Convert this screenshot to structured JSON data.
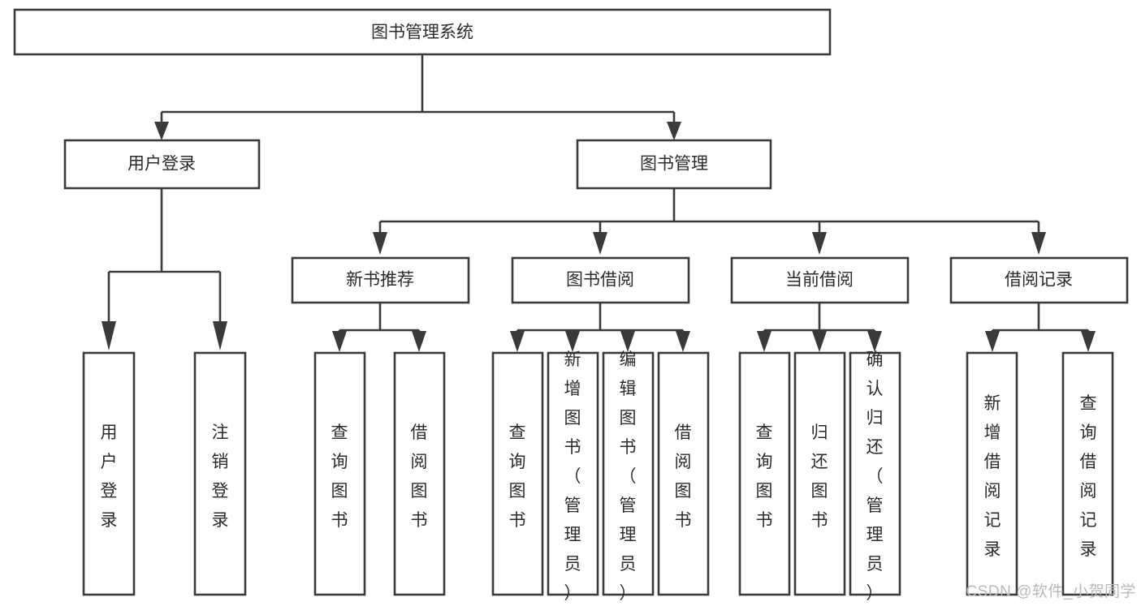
{
  "diagram": {
    "type": "hierarchy-tree",
    "title": "图书管理系统",
    "watermark": "CSDN @软件_小贺同学",
    "colors": {
      "background": "#ffffff",
      "stroke": "#3a3a3a",
      "text": "#2b2b2b",
      "watermark": "#b9b9b9"
    },
    "levels": [
      {
        "level": 1,
        "nodes": [
          {
            "id": "root",
            "label": "图书管理系统",
            "orientation": "horizontal"
          }
        ]
      },
      {
        "level": 2,
        "nodes": [
          {
            "id": "user-login",
            "label": "用户登录",
            "orientation": "horizontal",
            "parent": "root"
          },
          {
            "id": "book-manage",
            "label": "图书管理",
            "orientation": "horizontal",
            "parent": "root"
          }
        ]
      },
      {
        "level": 3,
        "nodes": [
          {
            "id": "new-book-rec",
            "label": "新书推荐",
            "orientation": "horizontal",
            "parent": "book-manage"
          },
          {
            "id": "book-borrow",
            "label": "图书借阅",
            "orientation": "horizontal",
            "parent": "book-manage"
          },
          {
            "id": "current-borrow",
            "label": "当前借阅",
            "orientation": "horizontal",
            "parent": "book-manage"
          },
          {
            "id": "borrow-record",
            "label": "借阅记录",
            "orientation": "horizontal",
            "parent": "book-manage"
          }
        ]
      },
      {
        "level": 4,
        "nodes": [
          {
            "id": "leaf-user-login",
            "label": "用户登录",
            "orientation": "vertical",
            "parent": "user-login"
          },
          {
            "id": "leaf-logout",
            "label": "注销登录",
            "orientation": "vertical",
            "parent": "user-login"
          },
          {
            "id": "leaf-query-book-1",
            "label": "查询图书",
            "orientation": "vertical",
            "parent": "new-book-rec"
          },
          {
            "id": "leaf-borrow-book-1",
            "label": "借阅图书",
            "orientation": "vertical",
            "parent": "new-book-rec"
          },
          {
            "id": "leaf-query-book-2",
            "label": "查询图书",
            "orientation": "vertical",
            "parent": "book-borrow"
          },
          {
            "id": "leaf-add-book",
            "label": "新增图书（管理员）",
            "orientation": "vertical",
            "parent": "book-borrow"
          },
          {
            "id": "leaf-edit-book",
            "label": "编辑图书（管理员）",
            "orientation": "vertical",
            "parent": "book-borrow"
          },
          {
            "id": "leaf-borrow-book-2",
            "label": "借阅图书",
            "orientation": "vertical",
            "parent": "book-borrow"
          },
          {
            "id": "leaf-query-book-3",
            "label": "查询图书",
            "orientation": "vertical",
            "parent": "current-borrow"
          },
          {
            "id": "leaf-return-book",
            "label": "归还图书",
            "orientation": "vertical",
            "parent": "current-borrow"
          },
          {
            "id": "leaf-confirm-return",
            "label": "确认归还（管理员）",
            "orientation": "vertical",
            "parent": "current-borrow"
          },
          {
            "id": "leaf-add-record",
            "label": "新增借阅记录",
            "orientation": "vertical",
            "parent": "borrow-record"
          },
          {
            "id": "leaf-query-record",
            "label": "查询借阅记录",
            "orientation": "vertical",
            "parent": "borrow-record"
          }
        ]
      }
    ],
    "edges": [
      {
        "from": "root",
        "to": "user-login"
      },
      {
        "from": "root",
        "to": "book-manage"
      },
      {
        "from": "book-manage",
        "to": "new-book-rec"
      },
      {
        "from": "book-manage",
        "to": "book-borrow"
      },
      {
        "from": "book-manage",
        "to": "current-borrow"
      },
      {
        "from": "book-manage",
        "to": "borrow-record"
      },
      {
        "from": "user-login",
        "to": "leaf-user-login"
      },
      {
        "from": "user-login",
        "to": "leaf-logout"
      },
      {
        "from": "new-book-rec",
        "to": "leaf-query-book-1"
      },
      {
        "from": "new-book-rec",
        "to": "leaf-borrow-book-1"
      },
      {
        "from": "book-borrow",
        "to": "leaf-query-book-2"
      },
      {
        "from": "book-borrow",
        "to": "leaf-add-book"
      },
      {
        "from": "book-borrow",
        "to": "leaf-edit-book"
      },
      {
        "from": "book-borrow",
        "to": "leaf-borrow-book-2"
      },
      {
        "from": "current-borrow",
        "to": "leaf-query-book-3"
      },
      {
        "from": "current-borrow",
        "to": "leaf-return-book"
      },
      {
        "from": "current-borrow",
        "to": "leaf-confirm-return"
      },
      {
        "from": "borrow-record",
        "to": "leaf-add-record"
      },
      {
        "from": "borrow-record",
        "to": "leaf-query-record"
      }
    ]
  }
}
